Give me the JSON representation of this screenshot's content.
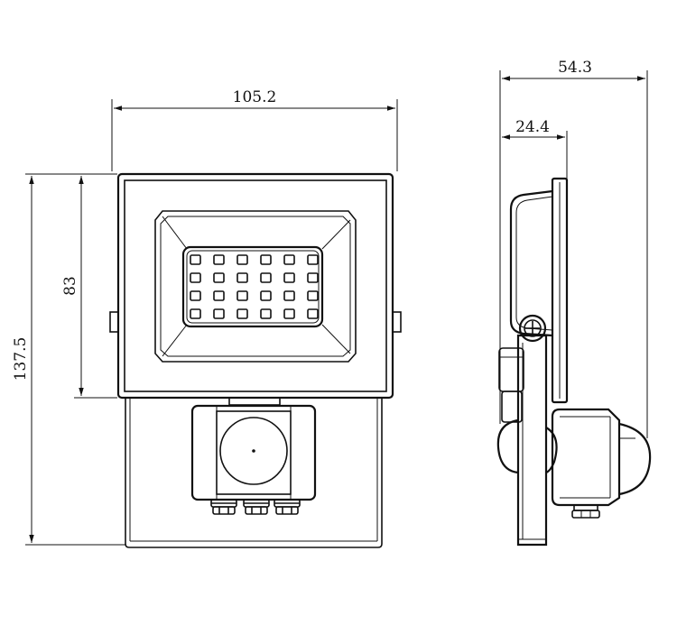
{
  "dimensions": {
    "width_front": "105.2",
    "height_total": "137.5",
    "height_body": "83",
    "depth_total": "54.3",
    "depth_body": "24.4"
  },
  "icons": {
    "arrow": "arrow-icon",
    "screw": "screw-icon",
    "led": "led-icon"
  }
}
